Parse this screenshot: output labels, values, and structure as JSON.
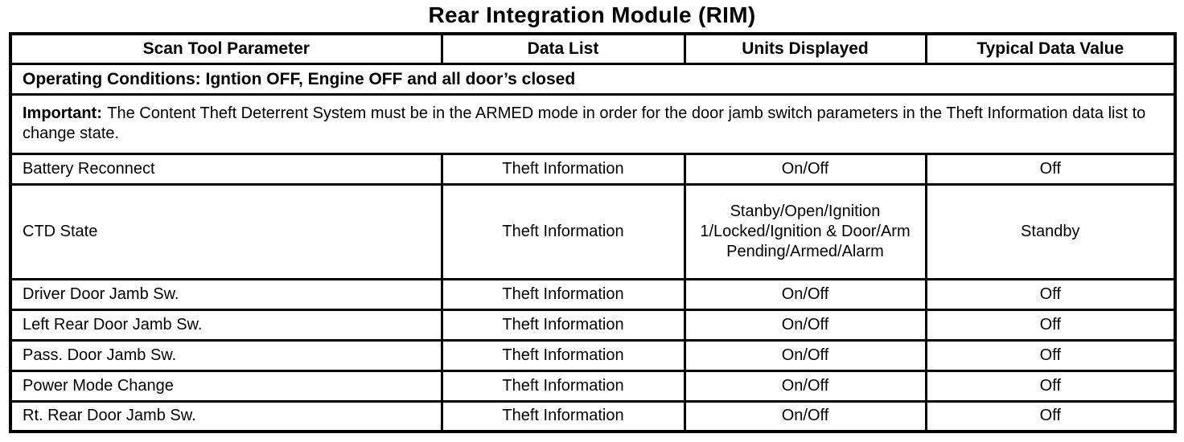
{
  "title": "Rear Integration Module (RIM)",
  "table": {
    "headers": {
      "parameter": "Scan Tool Parameter",
      "data_list": "Data List",
      "units": "Units Displayed",
      "typical_value": "Typical Data Value"
    },
    "operating_conditions": "Operating Conditions: Igntion OFF, Engine OFF and all door’s closed",
    "important_label": "Important:",
    "important_text": "The Content Theft Deterrent System must be in the ARMED mode in order for the door jamb switch parameters in the Theft Information data list to change state.",
    "rows": [
      {
        "parameter": "Battery Reconnect",
        "data_list": "Theft Information",
        "units": "On/Off",
        "typical_value": "Off"
      },
      {
        "parameter": "CTD State",
        "data_list": "Theft Information",
        "units": "Stanby/Open/Ignition 1/Locked/Ignition & Door/Arm Pending/Armed/Alarm",
        "typical_value": "Standby"
      },
      {
        "parameter": "Driver Door Jamb Sw.",
        "data_list": "Theft Information",
        "units": "On/Off",
        "typical_value": "Off"
      },
      {
        "parameter": "Left Rear Door Jamb Sw.",
        "data_list": "Theft Information",
        "units": "On/Off",
        "typical_value": "Off"
      },
      {
        "parameter": "Pass. Door Jamb Sw.",
        "data_list": "Theft Information",
        "units": "On/Off",
        "typical_value": "Off"
      },
      {
        "parameter": "Power Mode Change",
        "data_list": "Theft Information",
        "units": "On/Off",
        "typical_value": "Off"
      },
      {
        "parameter": "Rt. Rear Door Jamb Sw.",
        "data_list": "Theft Information",
        "units": "On/Off",
        "typical_value": "Off"
      }
    ]
  },
  "colors": {
    "border": "#000000",
    "background": "#ffffff",
    "text": "#000000"
  }
}
